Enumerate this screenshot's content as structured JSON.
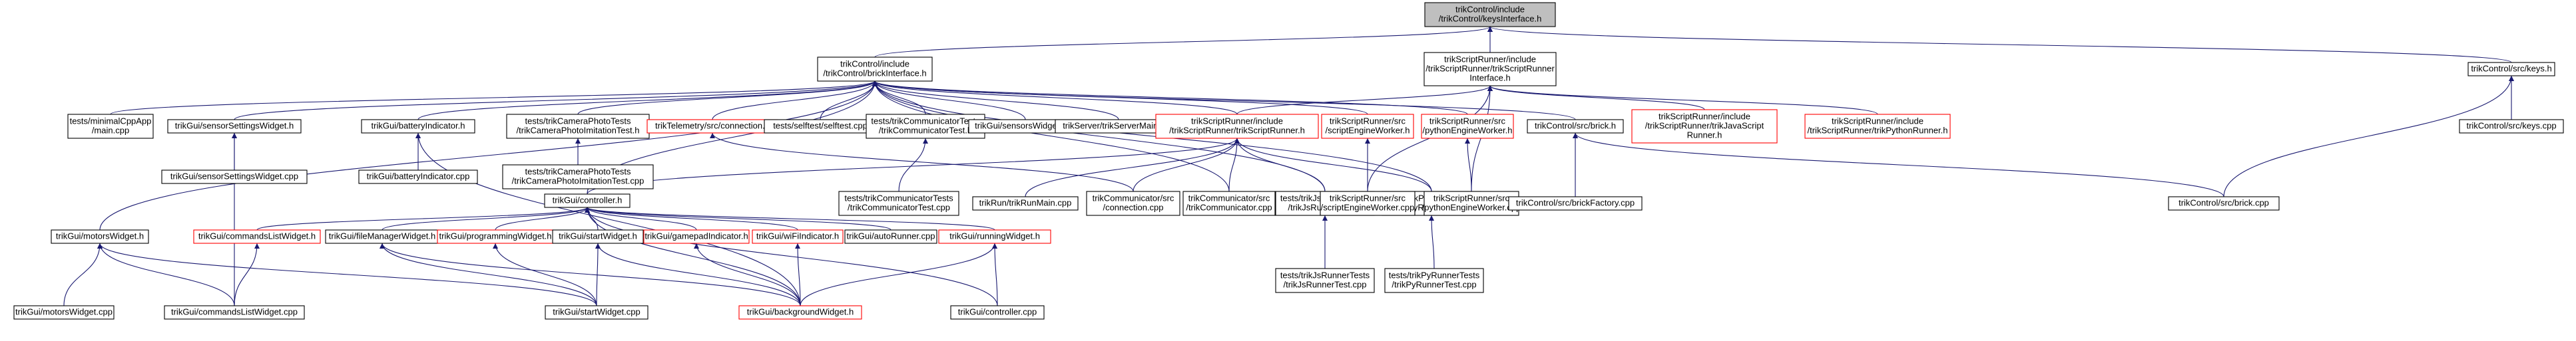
{
  "colors": {
    "black": "#000000",
    "red": "#ff0000",
    "midnight": "#191970",
    "highlight": "#bfbfbf",
    "white": "#ffffff"
  },
  "nodes": [
    {
      "id": "n_keys",
      "lines": [
        "trikControl/include",
        "/trikControl/keysInterface.h"
      ],
      "border": "black",
      "highlight": true
    },
    {
      "id": "n_brick",
      "lines": [
        "trikControl/include",
        "/trikControl/brickInterface.h"
      ],
      "border": "black"
    },
    {
      "id": "n_srif",
      "lines": [
        "trikScriptRunner/include",
        "/trikScriptRunner/trikScriptRunner",
        "Interface.h"
      ],
      "border": "black"
    },
    {
      "id": "n_keysh",
      "lines": [
        "trikControl/src/keys.h"
      ],
      "border": "black"
    },
    {
      "id": "n_mincpp",
      "lines": [
        "tests/minimalCppApp",
        "/main.cpp"
      ],
      "border": "black"
    },
    {
      "id": "n_ssw",
      "lines": [
        "trikGui/sensorSettingsWidget.h"
      ],
      "border": "black"
    },
    {
      "id": "n_bi",
      "lines": [
        "trikGui/batteryIndicator.h"
      ],
      "border": "black"
    },
    {
      "id": "n_campt",
      "lines": [
        "tests/trikCameraPhotoTests",
        "/trikCameraPhotoImitationTest.h"
      ],
      "border": "black"
    },
    {
      "id": "n_telem",
      "lines": [
        "trikTelemetry/src/connection.h"
      ],
      "border": "red"
    },
    {
      "id": "n_selftest",
      "lines": [
        "tests/selftest/selftest.cpp"
      ],
      "border": "black"
    },
    {
      "id": "n_commt",
      "lines": [
        "tests/trikCommunicatorTests",
        "/trikCommunicatorTest.h"
      ],
      "border": "black"
    },
    {
      "id": "n_senswcpp",
      "lines": [
        "trikGui/sensorsWidget.cpp"
      ],
      "border": "black"
    },
    {
      "id": "n_srvmain",
      "lines": [
        "trikServer/trikServerMain.cpp"
      ],
      "border": "black"
    },
    {
      "id": "n_tsr",
      "lines": [
        "trikScriptRunner/include",
        "/trikScriptRunner/trikScriptRunner.h"
      ],
      "border": "red"
    },
    {
      "id": "n_sew",
      "lines": [
        "trikScriptRunner/src",
        "/scriptEngineWorker.h"
      ],
      "border": "red"
    },
    {
      "id": "n_pew",
      "lines": [
        "trikScriptRunner/src",
        "/pythonEngineWorker.h"
      ],
      "border": "red"
    },
    {
      "id": "n_brickh",
      "lines": [
        "trikControl/src/brick.h"
      ],
      "border": "black"
    },
    {
      "id": "n_jsr",
      "lines": [
        "trikScriptRunner/include",
        "/trikScriptRunner/trikJavaScript",
        "Runner.h"
      ],
      "border": "red"
    },
    {
      "id": "n_pyr",
      "lines": [
        "trikScriptRunner/include",
        "/trikScriptRunner/trikPythonRunner.h"
      ],
      "border": "red"
    },
    {
      "id": "n_keyscpp",
      "lines": [
        "trikControl/src/keys.cpp"
      ],
      "border": "black"
    },
    {
      "id": "n_mw",
      "lines": [
        "trikGui/motorsWidget.h"
      ],
      "border": "black"
    },
    {
      "id": "n_sswcpp",
      "lines": [
        "trikGui/sensorSettingsWidget.cpp"
      ],
      "border": "black"
    },
    {
      "id": "n_bicpp",
      "lines": [
        "trikGui/batteryIndicator.cpp"
      ],
      "border": "black"
    },
    {
      "id": "n_camptcpp",
      "lines": [
        "tests/trikCameraPhotoTests",
        "/trikCameraPhotoImitationTest.cpp"
      ],
      "border": "black"
    },
    {
      "id": "n_ctrl",
      "lines": [
        "trikGui/controller.h"
      ],
      "border": "black"
    },
    {
      "id": "n_commtcpp",
      "lines": [
        "tests/trikCommunicatorTests",
        "/trikCommunicatorTest.cpp"
      ],
      "border": "black"
    },
    {
      "id": "n_runmain",
      "lines": [
        "trikRun/trikRunMain.cpp"
      ],
      "border": "black"
    },
    {
      "id": "n_conncpp",
      "lines": [
        "trikCommunicator/src",
        "/connection.cpp"
      ],
      "border": "black"
    },
    {
      "id": "n_commcpp",
      "lines": [
        "trikCommunicator/src",
        "/trikCommunicator.cpp"
      ],
      "border": "black"
    },
    {
      "id": "n_jsrt",
      "lines": [
        "tests/trikJsRunnerTests",
        "/trikJsRunnerTest.h"
      ],
      "border": "black"
    },
    {
      "id": "n_pyrt",
      "lines": [
        "tests/trikPyRunnerTests",
        "/trikPyRunnerTest.h"
      ],
      "border": "black"
    },
    {
      "id": "n_sewcpp",
      "lines": [
        "trikScriptRunner/src",
        "/scriptEngineWorker.cpp"
      ],
      "border": "black"
    },
    {
      "id": "n_pewcpp",
      "lines": [
        "trikScriptRunner/src",
        "/pythonEngineWorker.cpp"
      ],
      "border": "black"
    },
    {
      "id": "n_bfcpp",
      "lines": [
        "trikControl/src/brickFactory.cpp"
      ],
      "border": "black"
    },
    {
      "id": "n_brickcpp",
      "lines": [
        "trikControl/src/brick.cpp"
      ],
      "border": "black"
    },
    {
      "id": "n_clw",
      "lines": [
        "trikGui/commandsListWidget.h"
      ],
      "border": "red"
    },
    {
      "id": "n_fmw",
      "lines": [
        "trikGui/fileManagerWidget.h"
      ],
      "border": "black"
    },
    {
      "id": "n_pw",
      "lines": [
        "trikGui/programmingWidget.h"
      ],
      "border": "red"
    },
    {
      "id": "n_sw",
      "lines": [
        "trikGui/startWidget.h"
      ],
      "border": "black"
    },
    {
      "id": "n_gi",
      "lines": [
        "trikGui/gamepadIndicator.h"
      ],
      "border": "red"
    },
    {
      "id": "n_wifi",
      "lines": [
        "trikGui/wiFiIndicator.h"
      ],
      "border": "red"
    },
    {
      "id": "n_ar",
      "lines": [
        "trikGui/autoRunner.cpp"
      ],
      "border": "black"
    },
    {
      "id": "n_rw",
      "lines": [
        "trikGui/runningWidget.h"
      ],
      "border": "red"
    },
    {
      "id": "n_jsrtcpp",
      "lines": [
        "tests/trikJsRunnerTests",
        "/trikJsRunnerTest.cpp"
      ],
      "border": "black"
    },
    {
      "id": "n_pyrtcpp",
      "lines": [
        "tests/trikPyRunnerTests",
        "/trikPyRunnerTest.cpp"
      ],
      "border": "black"
    },
    {
      "id": "n_mwcpp",
      "lines": [
        "trikGui/motorsWidget.cpp"
      ],
      "border": "black"
    },
    {
      "id": "n_clwcpp",
      "lines": [
        "trikGui/commandsListWidget.cpp"
      ],
      "border": "black"
    },
    {
      "id": "n_swcpp",
      "lines": [
        "trikGui/startWidget.cpp"
      ],
      "border": "black"
    },
    {
      "id": "n_bw",
      "lines": [
        "trikGui/backgroundWidget.h"
      ],
      "border": "red"
    },
    {
      "id": "n_ctrlcpp",
      "lines": [
        "trikGui/controller.cpp"
      ],
      "border": "black"
    }
  ],
  "edges": [
    [
      "n_brick",
      "n_keys"
    ],
    [
      "n_srif",
      "n_keys"
    ],
    [
      "n_keysh",
      "n_keys"
    ],
    [
      "n_mincpp",
      "n_brick"
    ],
    [
      "n_ssw",
      "n_brick"
    ],
    [
      "n_bi",
      "n_brick"
    ],
    [
      "n_campt",
      "n_brick"
    ],
    [
      "n_telem",
      "n_brick"
    ],
    [
      "n_selftest",
      "n_brick"
    ],
    [
      "n_commt",
      "n_brick"
    ],
    [
      "n_senswcpp",
      "n_brick"
    ],
    [
      "n_srvmain",
      "n_brick"
    ],
    [
      "n_tsr",
      "n_brick"
    ],
    [
      "n_sew",
      "n_brick"
    ],
    [
      "n_pew",
      "n_brick"
    ],
    [
      "n_brickh",
      "n_brick"
    ],
    [
      "n_mw",
      "n_brick"
    ],
    [
      "n_ctrl",
      "n_brick"
    ],
    [
      "n_commcpp",
      "n_brick"
    ],
    [
      "n_jsrt",
      "n_brick"
    ],
    [
      "n_pyrt",
      "n_brick"
    ],
    [
      "n_tsr",
      "n_srif"
    ],
    [
      "n_jsr",
      "n_srif"
    ],
    [
      "n_pyr",
      "n_srif"
    ],
    [
      "n_sewcpp",
      "n_srif"
    ],
    [
      "n_pewcpp",
      "n_srif"
    ],
    [
      "n_keyscpp",
      "n_keysh"
    ],
    [
      "n_brickcpp",
      "n_keysh"
    ],
    [
      "n_sswcpp",
      "n_ssw"
    ],
    [
      "n_clwcpp",
      "n_ssw"
    ],
    [
      "n_bicpp",
      "n_bi"
    ],
    [
      "n_bw",
      "n_bi"
    ],
    [
      "n_camptcpp",
      "n_campt"
    ],
    [
      "n_commtcpp",
      "n_commt"
    ],
    [
      "n_ctrl",
      "n_tsr"
    ],
    [
      "n_runmain",
      "n_tsr"
    ],
    [
      "n_conncpp",
      "n_tsr"
    ],
    [
      "n_commcpp",
      "n_tsr"
    ],
    [
      "n_jsrt",
      "n_tsr"
    ],
    [
      "n_pyrt",
      "n_tsr"
    ],
    [
      "n_sewcpp",
      "n_sew"
    ],
    [
      "n_pewcpp",
      "n_pew"
    ],
    [
      "n_bfcpp",
      "n_brickh"
    ],
    [
      "n_brickcpp",
      "n_brickh"
    ],
    [
      "n_conncpp",
      "n_telem"
    ],
    [
      "n_clw",
      "n_ctrl"
    ],
    [
      "n_fmw",
      "n_ctrl"
    ],
    [
      "n_pw",
      "n_ctrl"
    ],
    [
      "n_sw",
      "n_ctrl"
    ],
    [
      "n_gi",
      "n_ctrl"
    ],
    [
      "n_wifi",
      "n_ctrl"
    ],
    [
      "n_ar",
      "n_ctrl"
    ],
    [
      "n_rw",
      "n_ctrl"
    ],
    [
      "n_ctrlcpp",
      "n_ctrl"
    ],
    [
      "n_bw",
      "n_ctrl"
    ],
    [
      "n_jsrtcpp",
      "n_jsrt"
    ],
    [
      "n_pyrtcpp",
      "n_pyrt"
    ],
    [
      "n_mwcpp",
      "n_mw"
    ],
    [
      "n_clwcpp",
      "n_mw"
    ],
    [
      "n_swcpp",
      "n_mw"
    ],
    [
      "n_clwcpp",
      "n_clw"
    ],
    [
      "n_swcpp",
      "n_fmw"
    ],
    [
      "n_bw",
      "n_fmw"
    ],
    [
      "n_swcpp",
      "n_pw"
    ],
    [
      "n_swcpp",
      "n_sw"
    ],
    [
      "n_bw",
      "n_sw"
    ],
    [
      "n_bw",
      "n_gi"
    ],
    [
      "n_bw",
      "n_wifi"
    ],
    [
      "n_bw",
      "n_rw"
    ],
    [
      "n_ctrlcpp",
      "n_rw"
    ]
  ]
}
